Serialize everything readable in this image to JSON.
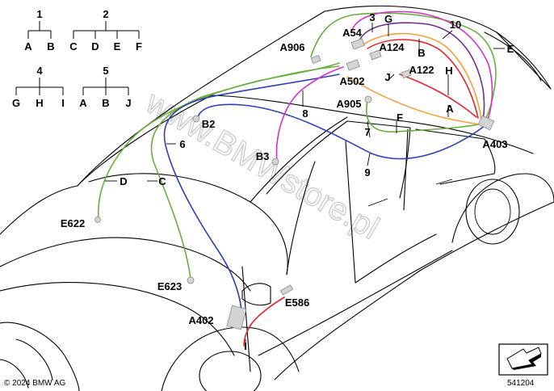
{
  "legend": {
    "groups": [
      {
        "parent": "1",
        "children": [
          "A",
          "B"
        ]
      },
      {
        "parent": "2",
        "children": [
          "C",
          "D",
          "E",
          "F"
        ]
      },
      {
        "parent": "4",
        "children": [
          "G",
          "H",
          "I"
        ]
      },
      {
        "parent": "5",
        "children": [
          "A",
          "B",
          "J"
        ]
      }
    ]
  },
  "components": {
    "a54": "A54",
    "a124": "A124",
    "a906": "A906",
    "a502": "A502",
    "a122": "A122",
    "a905": "A905",
    "a403": "A403",
    "b2": "B2",
    "b3": "B3",
    "e622": "E622",
    "e623": "E623",
    "e586": "E586",
    "a402": "A402"
  },
  "wire_labels": {
    "n3": "3",
    "g": "G",
    "n10": "10",
    "e": "E",
    "b": "B",
    "j": "J",
    "h": "H",
    "n8": "8",
    "a": "A",
    "n7": "7",
    "f": "F",
    "n6": "6",
    "n9": "9",
    "d": "D",
    "c": "C",
    "i": "I"
  },
  "colors": {
    "green": "#6aad3d",
    "blue": "#2f3fb5",
    "magenta": "#d531c8",
    "orange": "#f2a13b",
    "red": "#e0262b",
    "purple": "#6a2f8f"
  },
  "watermark": "www.BMWstore.pl",
  "footer": {
    "copyright": "© 2024 BMW AG",
    "diagram_number": "541204"
  },
  "icons": {
    "orientation": "arrow-icon"
  }
}
